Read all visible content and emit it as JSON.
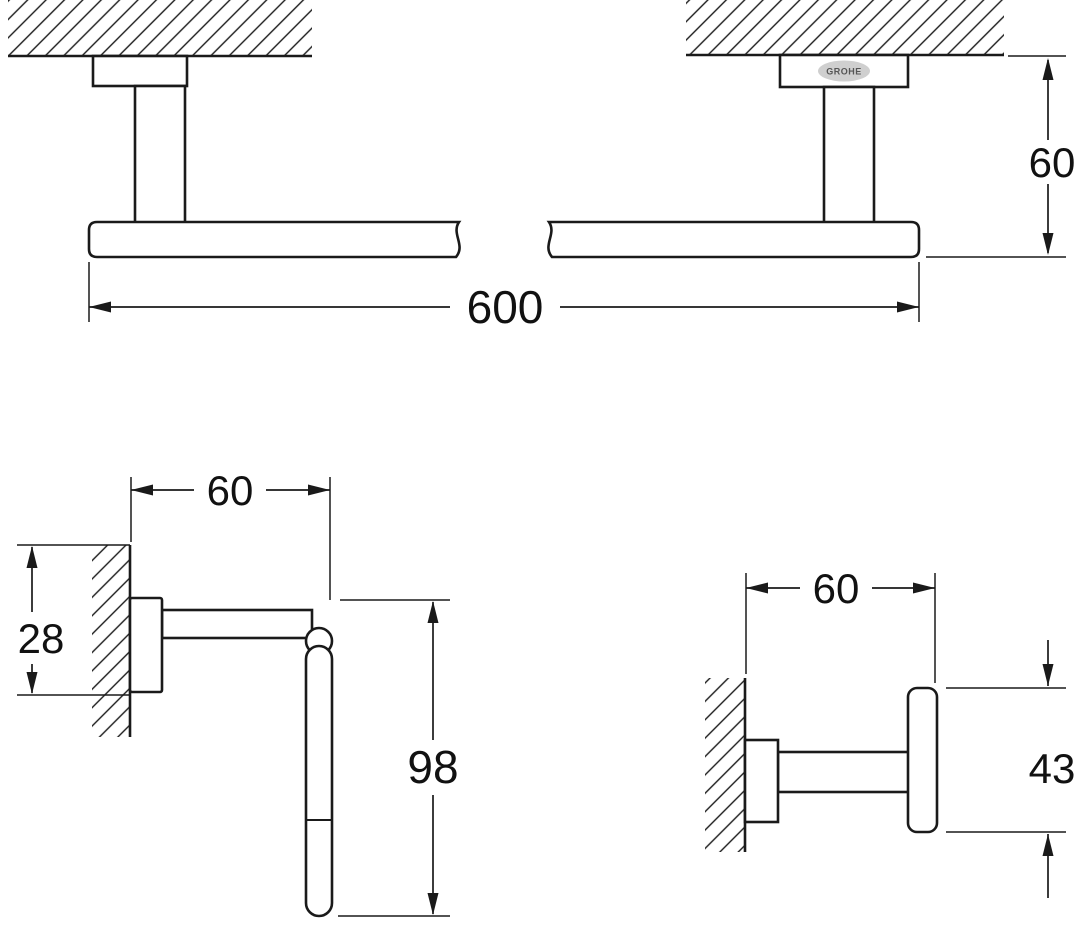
{
  "page": {
    "background": "#ffffff",
    "line_color": "#1a1a1a",
    "type": "technical dimension drawing, bathroom accessories"
  },
  "brand": {
    "logo_text": "GROHE"
  },
  "views": {
    "towel_bar": {
      "description": "towel bar front view with wall section, shown broken in middle",
      "length_mm": "600",
      "height_mm": "60"
    },
    "paper_holder": {
      "description": "toilet paper holder side view with wall section",
      "depth_mm": "60",
      "wall_offset_mm": "28",
      "height_mm": "98"
    },
    "hook": {
      "description": "robe hook side view with wall section",
      "depth_mm": "60",
      "height_mm": "43"
    }
  }
}
